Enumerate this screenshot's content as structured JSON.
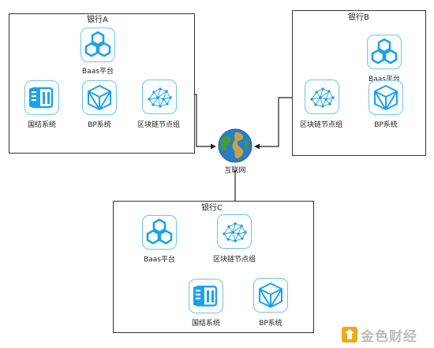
{
  "banks": {
    "a": {
      "title": "银行A",
      "baas_label": "Baas平台",
      "settlement_label": "国结系统",
      "bp_label": "BP系统",
      "chain_label": "区块链节点组"
    },
    "b": {
      "title": "银行B",
      "baas_label": "Baas平台",
      "bp_label": "BP系统",
      "chain_label": "区块链节点组"
    },
    "c": {
      "title": "银行C",
      "baas_label": "Baas平台",
      "chain_label": "区块链节点组",
      "settlement_label": "国结系统",
      "bp_label": "BP系统"
    }
  },
  "internet_label": "互联网",
  "watermark_text": "金色财经",
  "colors": {
    "icon_blue": "#1aa3e8",
    "icon_border": "#6ec3ea",
    "line": "#222222",
    "watermark": "#bdbdbd",
    "watermark_logo": "#f0a81c"
  }
}
